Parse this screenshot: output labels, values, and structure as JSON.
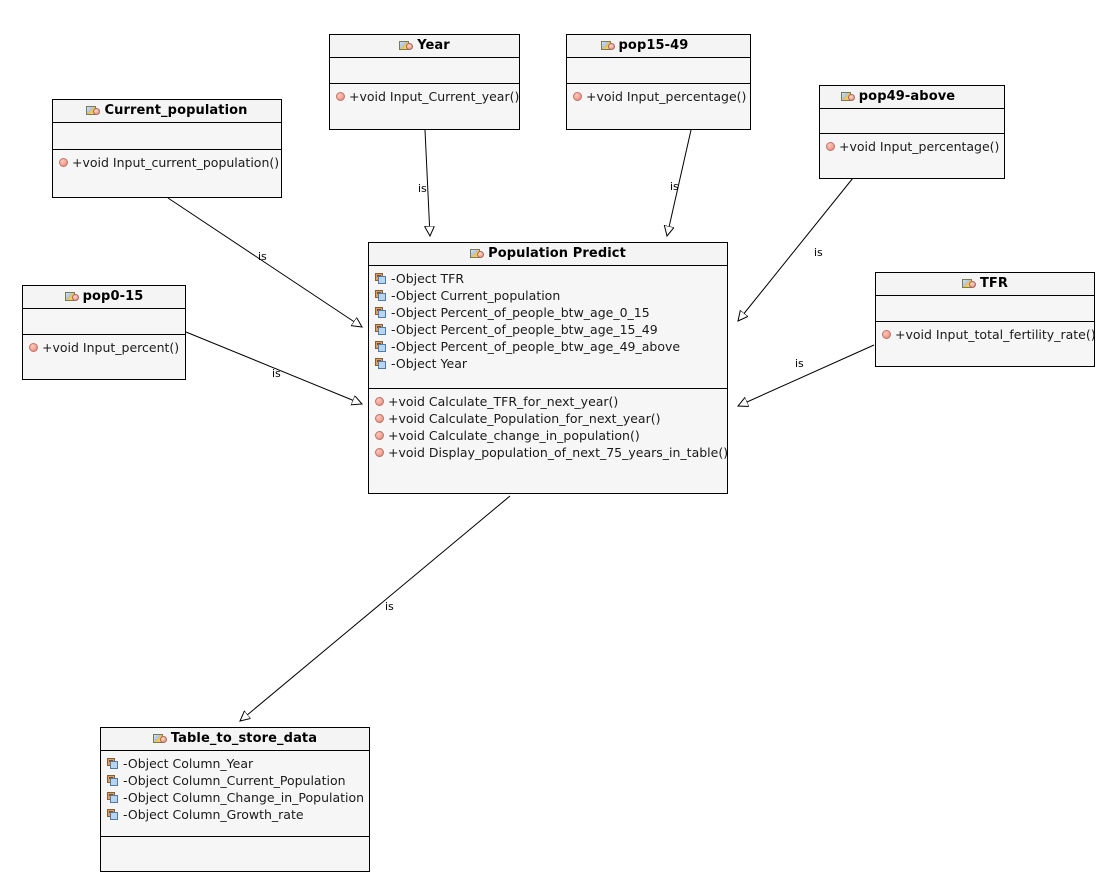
{
  "diagram": {
    "title": "Population Predict UML Class Diagram",
    "type": "uml-class-diagram",
    "background": "#ffffff",
    "line_color": "#000000",
    "box_fill": "#f4f4f4",
    "icons": {
      "class": "class-icon",
      "attribute": "private-attribute-icon",
      "operation": "public-operation-icon",
      "arrow": "generalization-arrowhead"
    }
  },
  "classes": [
    {
      "id": "current_population",
      "name": "Current_population",
      "attributes": [],
      "operations": [
        "+void Input_current_population()"
      ]
    },
    {
      "id": "year",
      "name": "Year",
      "attributes": [],
      "operations": [
        "+void Input_Current_year()"
      ]
    },
    {
      "id": "pop15_49",
      "name": "pop15-49",
      "attributes": [],
      "operations": [
        "+void Input_percentage()"
      ]
    },
    {
      "id": "pop49_above",
      "name": "pop49-above",
      "attributes": [],
      "operations": [
        "+void Input_percentage()"
      ]
    },
    {
      "id": "pop0_15",
      "name": "pop0-15",
      "attributes": [],
      "operations": [
        "+void Input_percent()"
      ]
    },
    {
      "id": "tfr",
      "name": "TFR",
      "attributes": [],
      "operations": [
        "+void Input_total_fertility_rate()"
      ]
    },
    {
      "id": "population_predict",
      "name": "Population Predict",
      "attributes": [
        "-Object TFR",
        "-Object Current_population",
        "-Object Percent_of_people_btw_age_0_15",
        "-Object Percent_of_people_btw_age_15_49",
        "-Object Percent_of_people_btw_age_49_above",
        "-Object Year"
      ],
      "operations": [
        "+void Calculate_TFR_for_next_year()",
        "+void Calculate_Population_for_next_year()",
        "+void Calculate_change_in_population()",
        "+void Display_population_of_next_75_years_in_table()"
      ]
    },
    {
      "id": "table_to_store_data",
      "name": "Table_to_store_data",
      "attributes": [
        "-Object Column_Year",
        "-Object Column_Current_Population",
        "-Object Column_Change_in_Population",
        "-Object Column_Growth_rate"
      ],
      "operations": []
    }
  ],
  "relationships": [
    {
      "id": "rel-current-population",
      "from": "current_population",
      "to": "population_predict",
      "label": "is"
    },
    {
      "id": "rel-year",
      "from": "year",
      "to": "population_predict",
      "label": "is"
    },
    {
      "id": "rel-pop15-49",
      "from": "pop15_49",
      "to": "population_predict",
      "label": "is"
    },
    {
      "id": "rel-pop49-above",
      "from": "pop49_above",
      "to": "population_predict",
      "label": "is"
    },
    {
      "id": "rel-pop0-15",
      "from": "pop0_15",
      "to": "population_predict",
      "label": "is"
    },
    {
      "id": "rel-tfr",
      "from": "tfr",
      "to": "population_predict",
      "label": "is"
    },
    {
      "id": "rel-table",
      "from": "population_predict",
      "to": "table_to_store_data",
      "label": "is"
    }
  ]
}
